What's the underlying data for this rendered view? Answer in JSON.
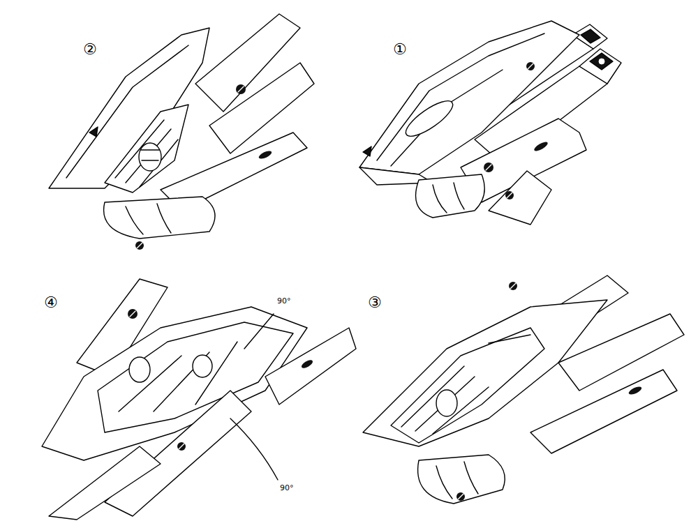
{
  "diagram": {
    "labels": [
      "②",
      "①",
      "④",
      "90°",
      "③",
      "90°"
    ]
  }
}
